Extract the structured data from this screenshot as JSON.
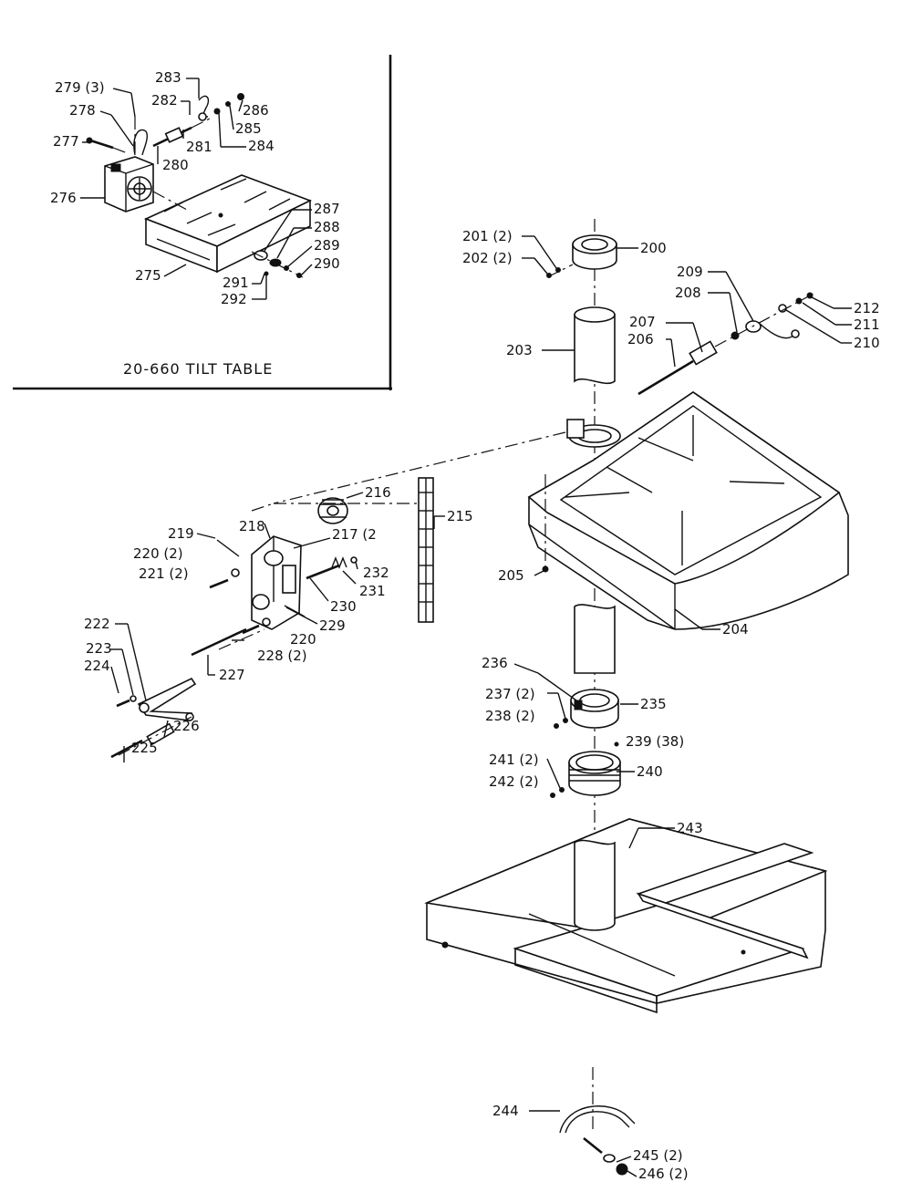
{
  "inset": {
    "caption": "20-660 TILT TABLE",
    "labels": {
      "p279": "279 (3)",
      "p278": "278",
      "p277": "277",
      "p276": "276",
      "p275": "275",
      "p283": "283",
      "p282": "282",
      "p281": "281",
      "p280": "280",
      "p286": "286",
      "p285": "285",
      "p284": "284",
      "p287": "287",
      "p288": "288",
      "p289": "289",
      "p290": "290",
      "p291": "291",
      "p292": "292"
    }
  },
  "labels": {
    "p200": "200",
    "p201": "201 (2)",
    "p202": "202 (2)",
    "p203": "203",
    "p204": "204",
    "p205": "205",
    "p206": "206",
    "p207": "207",
    "p208": "208",
    "p209": "209",
    "p210": "210",
    "p211": "211",
    "p212": "212",
    "p215": "215",
    "p216": "216",
    "p217": "217 (2",
    "p218": "218",
    "p219": "219",
    "p220a": "220 (2)",
    "p220b": "220",
    "p221": "221 (2)",
    "p222": "222",
    "p223": "223",
    "p224": "224",
    "p225": "225",
    "p226": "226",
    "p227": "227",
    "p228": "228 (2)",
    "p229": "229",
    "p230": "230",
    "p231": "231",
    "p232": "232",
    "p235": "235",
    "p236": "236",
    "p237": "237 (2)",
    "p238": "238 (2)",
    "p239": "239 (38)",
    "p240": "240",
    "p241": "241 (2)",
    "p242": "242 (2)",
    "p243": "243",
    "p244": "244",
    "p245": "245 (2)",
    "p246": "246 (2)"
  }
}
